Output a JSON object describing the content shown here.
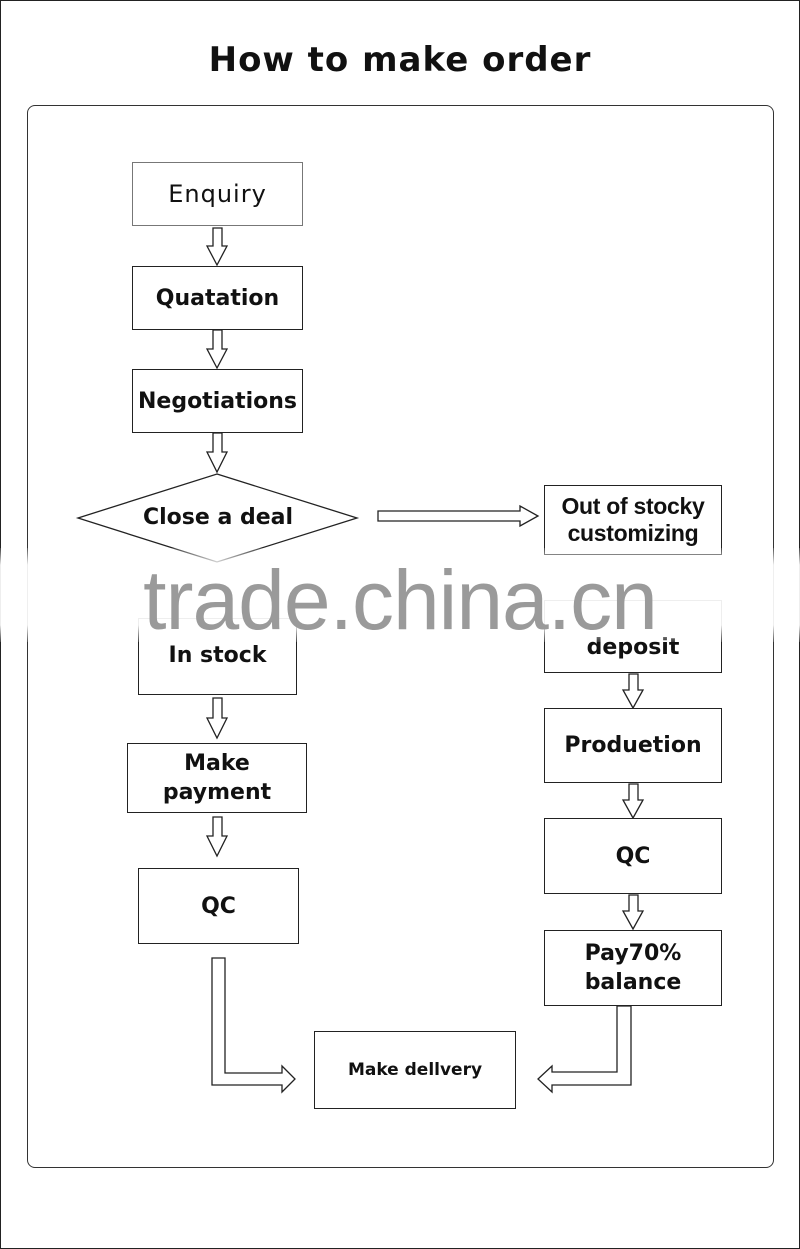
{
  "title": "How to make order",
  "steps": {
    "enquiry": "Enquiry",
    "quatation": "Quatation",
    "negotiations": "Negotiations",
    "close_deal": "Close a deal",
    "out_of_stock": "Out of stocky customizing",
    "in_stock": "In stock",
    "deposit": "deposit",
    "make_payment": "Make payment",
    "produetion": "Produetion",
    "qc_left": "QC",
    "qc_right": "QC",
    "pay_balance": "Pay70% balance",
    "make_delivery": "Make dellvery"
  },
  "watermark": "trade.china.cn"
}
